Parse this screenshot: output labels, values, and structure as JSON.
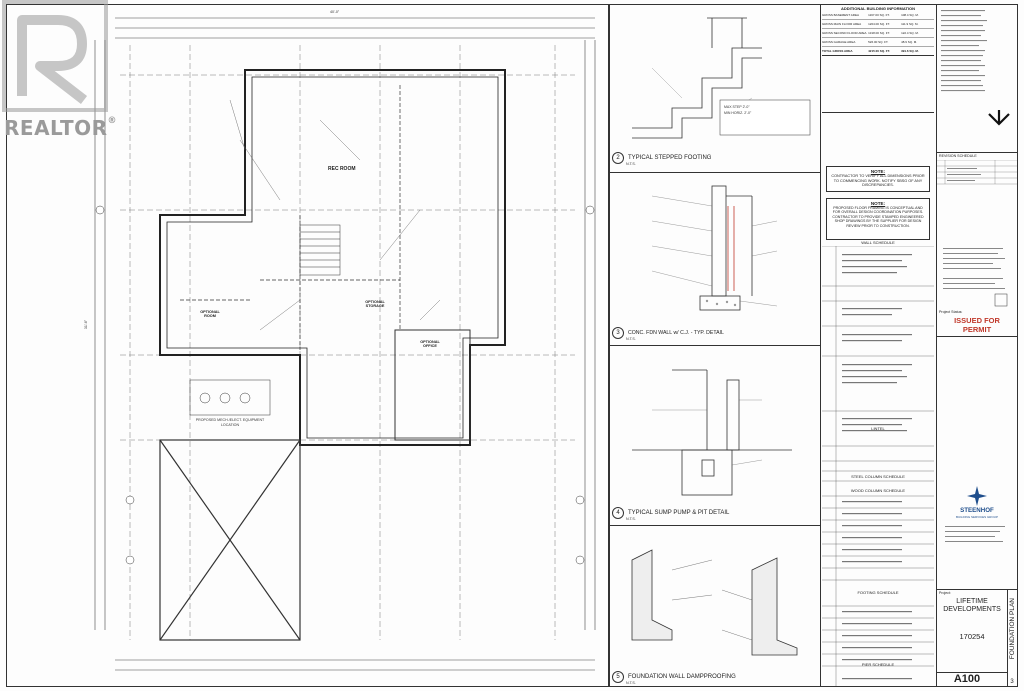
{
  "watermark": {
    "brand": "REALTOR",
    "trademark": "®"
  },
  "plan": {
    "rooms": [
      "REC ROOM",
      "OPTIONAL STORAGE",
      "OPTIONAL ROOM",
      "OPTIONAL OFFICE"
    ],
    "mech_label": "PROPOSED MECH./ELECT. EQUIPMENT LOCATION",
    "dim_top": "40'-0\"",
    "dim_side": "31'-6\""
  },
  "details": {
    "d2": {
      "num": "2",
      "title": "TYPICAL STEPPED FOOTING",
      "scale": "N.T.S."
    },
    "d3": {
      "num": "3",
      "title": "CONC. FDN WALL w/ C.J. - TYP. DETAIL",
      "scale": "N.T.S."
    },
    "d4": {
      "num": "4",
      "title": "TYPICAL SUMP PUMP & PIT DETAIL",
      "scale": "N.T.S."
    },
    "d5": {
      "num": "5",
      "title": "FOUNDATION WALL DAMPPROOFING",
      "scale": "N.T.S."
    }
  },
  "building_info": {
    "title": "ADDITIONAL BUILDING INFORMATION",
    "rows": [
      [
        "GROSS BASEMENT AREA",
        "1167.00 SQ. FT.",
        "108.4 SQ. M."
      ],
      [
        "GROSS MAIN FLOOR AREA",
        "1204.00 SQ. FT.",
        "111.9 SQ. M."
      ],
      [
        "GROSS SECOND FLOOR AREA",
        "1318.00 SQ. FT.",
        "122.4 SQ. M."
      ],
      [
        "GROSS GARAGE AREA",
        "526.00 SQ. FT.",
        "48.9 SQ. M."
      ],
      [
        "TOTAL GROSS AREA",
        "4215.00 SQ. FT.",
        "391.6 SQ. M."
      ]
    ]
  },
  "notes": {
    "note1_title": "NOTE:",
    "note1": "CONTRACTOR TO VERIFY ALL DIMENSIONS PRIOR TO COMMENCING WORK. NOTIFY SBSG OF ANY DISCREPANCIES.",
    "note2_title": "NOTE:",
    "note2": "PROPOSED FLOOR FRAMING IS CONCEPTUAL AND FOR OVERALL DESIGN COORDINATION PURPOSES. CONTRACTOR TO PROVIDE STAMPED ENGINEERED SHOP DRAWINGS BY THE SUPPLIER FOR DESIGN REVIEW PRIOR TO CONSTRUCTION."
  },
  "schedules": {
    "wall": "WALL SCHEDULE",
    "lintel": "LINTEL",
    "steel_column": "STEEL COLUMN SCHEDULE",
    "wood_column": "WOOD COLUMN SCHEDULE",
    "footing": "FOOTING SCHEDULE",
    "pier": "PIER SCHEDULE"
  },
  "title_block": {
    "revision_title": "REVISION SCHEDULE",
    "status_label": "Project Status:",
    "status": "ISSUED FOR PERMIT",
    "company": "STEENHOF",
    "company_sub": "BUILDING SERVICES GROUP",
    "project_label": "Project:",
    "project_line1": "LIFETIME",
    "project_line2": "DEVELOPMENTS",
    "project_no": "170254",
    "sheet_title": "FOUNDATION PLAN",
    "sheet_no": "A100",
    "sheet_count": "3"
  },
  "colors": {
    "line": "#333333",
    "red": "#c0392b",
    "watermark": "#9a9a9a"
  }
}
